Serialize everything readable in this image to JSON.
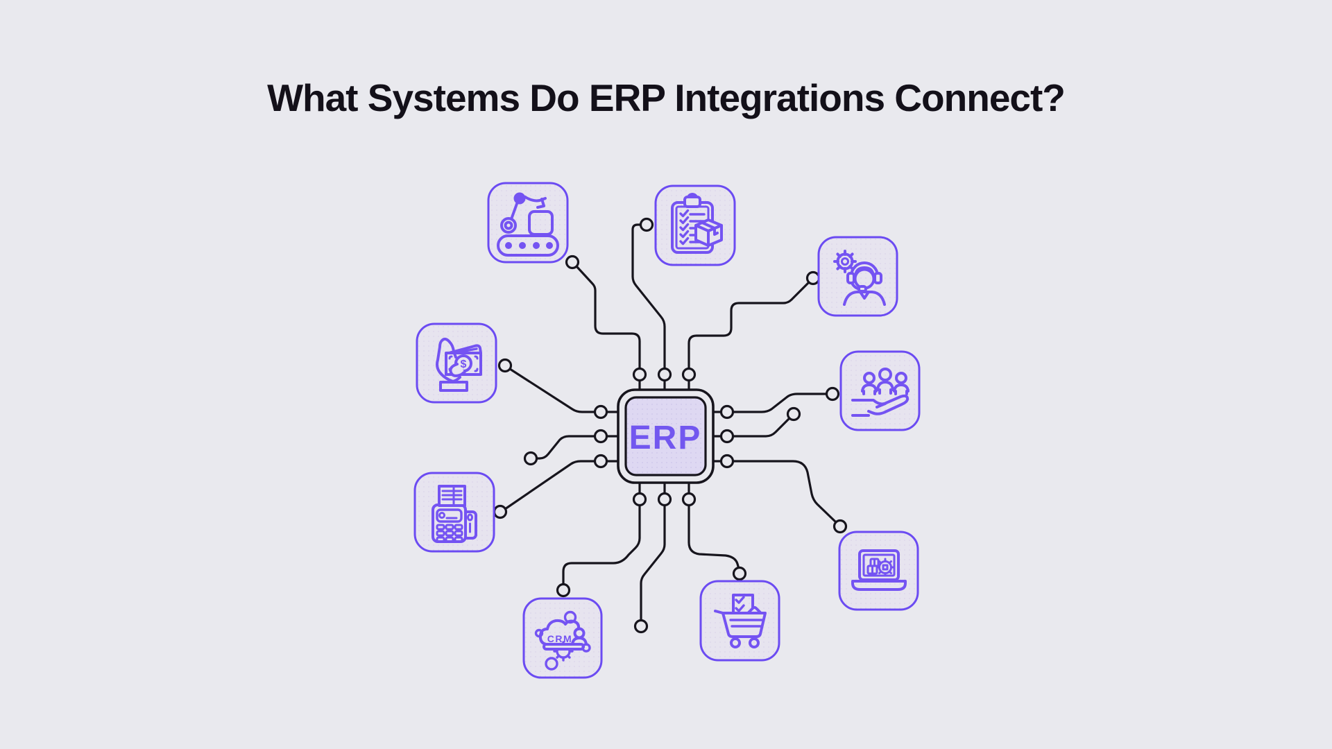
{
  "title": "What Systems Do ERP Integrations Connect?",
  "chip": {
    "label": "ERP"
  },
  "nodes": [
    {
      "id": "manufacturing",
      "icon": "robot-arm-conveyor-icon"
    },
    {
      "id": "inventory",
      "icon": "clipboard-checklist-package-icon"
    },
    {
      "id": "customer-support",
      "icon": "support-agent-headset-gear-icon"
    },
    {
      "id": "human-resources",
      "icon": "people-in-hand-icon"
    },
    {
      "id": "ecommerce-platform",
      "icon": "laptop-packages-gear-icon"
    },
    {
      "id": "procurement",
      "icon": "shopping-cart-checklist-icon"
    },
    {
      "id": "crm",
      "icon": "crm-cloud-icon",
      "label": "CRM"
    },
    {
      "id": "point-of-sale",
      "icon": "pos-terminal-receipt-icon"
    },
    {
      "id": "finance",
      "icon": "hand-holding-money-icon",
      "symbol": "$"
    }
  ],
  "colors": {
    "background": "#e9e9ee",
    "accent_purple": "#6b4bf2",
    "icon_purple": "#7453f2",
    "line_black": "#17151d",
    "chip_fill": "#ded8f2",
    "node_fill": "#e7e4ef",
    "title_color": "#131019",
    "erp_text": "#7257ef"
  }
}
